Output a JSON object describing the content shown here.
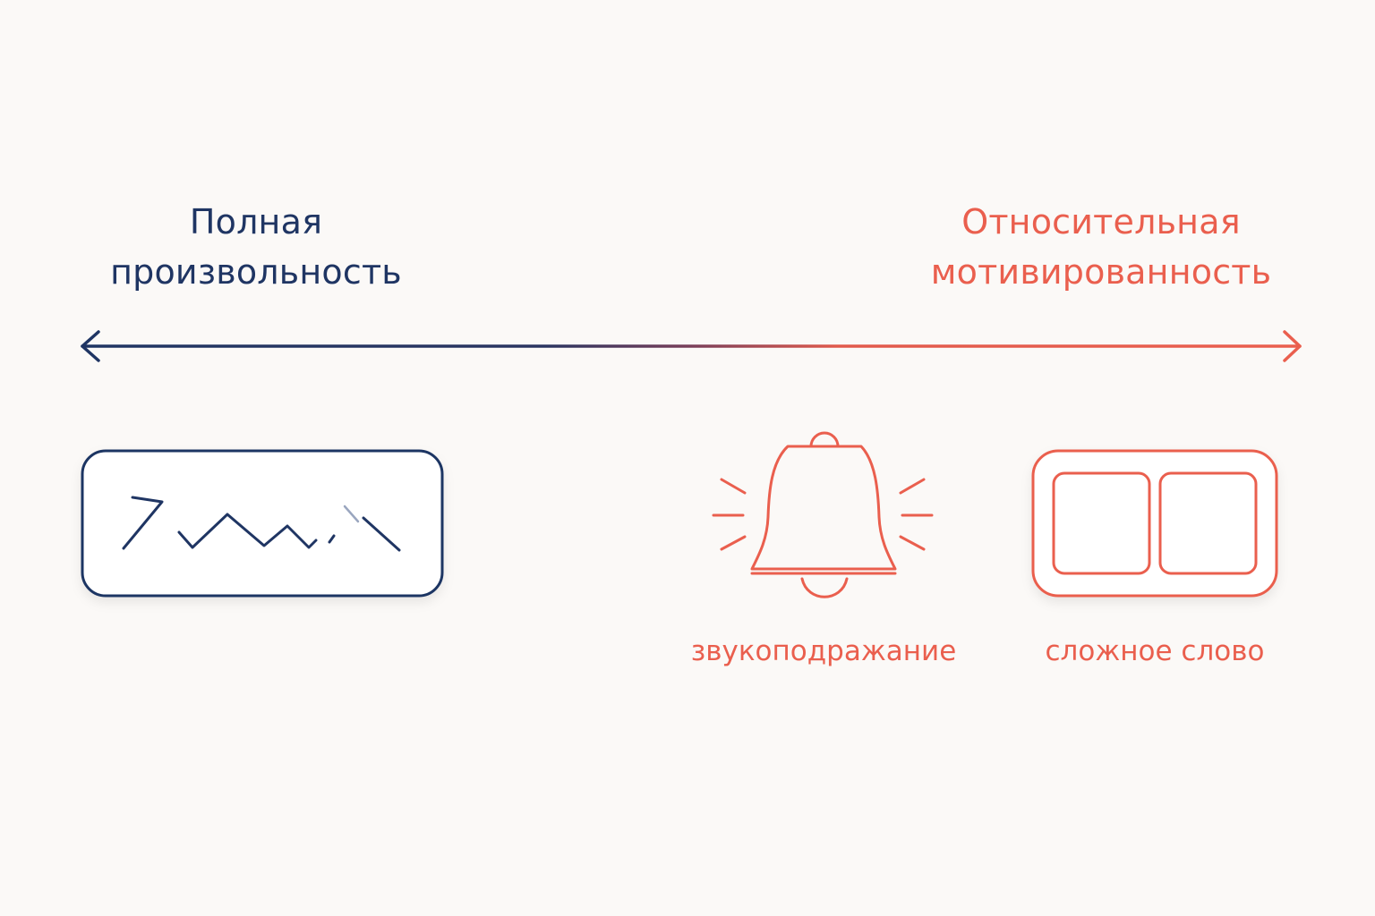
{
  "left_pole": {
    "line1": "Полная",
    "line2": "произвольность"
  },
  "right_pole": {
    "line1": "Относительная",
    "line2": "мотивированность"
  },
  "examples": {
    "onomatopoeia": "звукоподражание",
    "compound_word": "сложное слово"
  },
  "colors": {
    "navy": "#1f3563",
    "coral": "#ea5f4e",
    "background": "#fbf9f7"
  },
  "icons": {
    "arbitrary_sign": "squiggle-sign-icon",
    "onomatopoeia": "ringing-bell-icon",
    "compound_word": "two-part-box-icon"
  }
}
